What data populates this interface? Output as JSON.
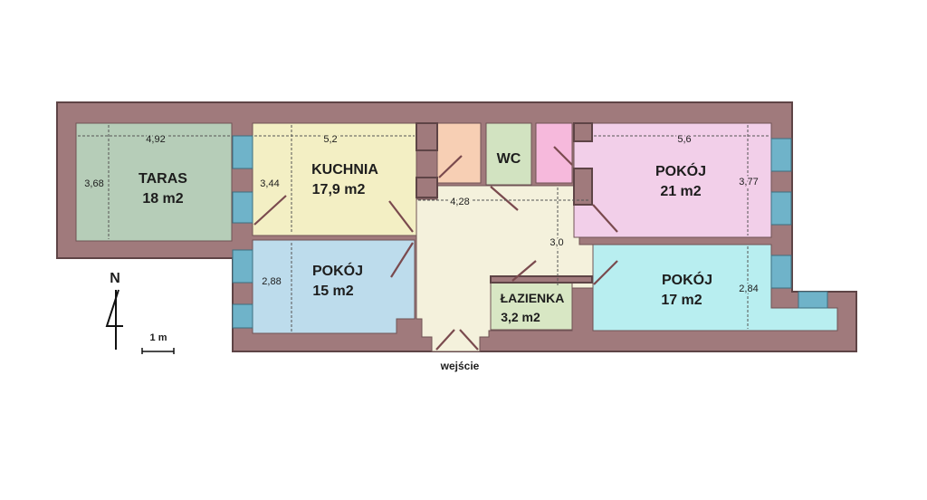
{
  "rooms": {
    "taras": {
      "name": "TARAS",
      "area": "18 m2",
      "width": "4,92",
      "height": "3,68",
      "color": "#b6cdb8"
    },
    "kuchnia": {
      "name": "KUCHNIA",
      "area": "17,9 m2",
      "width": "5,2",
      "height": "3,44",
      "color": "#f3efc4"
    },
    "pokoj_lewy": {
      "name": "POKÓJ",
      "area": "15 m2",
      "height": "2,88",
      "color": "#bddcec"
    },
    "pokoj_duzy": {
      "name": "POKÓJ",
      "area": "21 m2",
      "width": "5,6",
      "height": "3,77",
      "color": "#f2cfe9"
    },
    "pokoj_prawy": {
      "name": "POKÓJ",
      "area": "17 m2",
      "height": "2,84",
      "color": "#b8eef0"
    },
    "wc": {
      "name": "WC",
      "color": "#d2e3c1"
    },
    "lazienka": {
      "name": "ŁAZIENKA",
      "area": "3,2 m2",
      "color": "#d8e7c4"
    },
    "hall": {
      "width": "4,28",
      "height": "3,0",
      "color": "#f4f1dc"
    },
    "closet_orange": {
      "color": "#f7cfb4"
    },
    "closet_pink": {
      "color": "#f6b9dc"
    }
  },
  "entrance": "wejście",
  "north_label": "N",
  "scale_label": "1 m",
  "wall_color": "#a07a7c"
}
